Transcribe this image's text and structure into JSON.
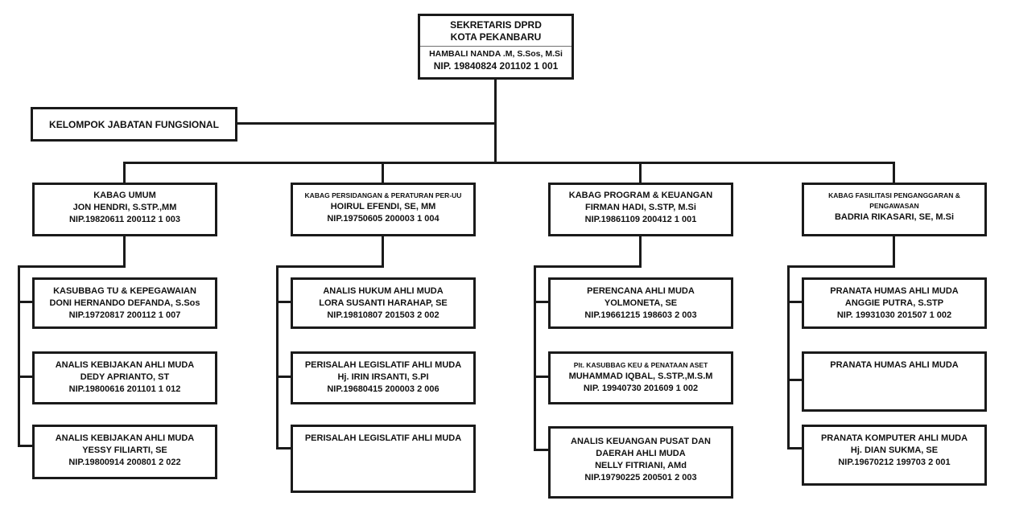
{
  "colors": {
    "line": "#1a1a1a",
    "border": "#1a1a1a",
    "background": "#ffffff",
    "text": "#111111"
  },
  "root": {
    "title1": "SEKRETARIS DPRD",
    "title2": "KOTA PEKANBARU",
    "name": "HAMBALI NANDA .M, S.Sos, M.Si",
    "nip": "NIP. 19840824 201102 1 001"
  },
  "functional_group": {
    "label": "KELOMPOK JABATAN FUNGSIONAL"
  },
  "columns": [
    {
      "head": {
        "title": "KABAG UMUM",
        "name": "JON HENDRI, S.STP.,MM",
        "nip": "NIP.19820611 200112 1 003"
      },
      "subs": [
        {
          "title": "KASUBBAG TU & KEPEGAWAIAN",
          "name": "DONI HERNANDO DEFANDA, S.Sos",
          "nip": "NIP.19720817 200112 1 007"
        },
        {
          "title": "ANALIS KEBIJAKAN AHLI MUDA",
          "name": "DEDY APRIANTO, ST",
          "nip": "NIP.19800616 201101 1 012"
        },
        {
          "title": "ANALIS KEBIJAKAN AHLI MUDA",
          "name": "YESSY FILIARTI, SE",
          "nip": "NIP.19800914 200801 2 022"
        }
      ]
    },
    {
      "head": {
        "title": "KABAG PERSIDANGAN & PERATURAN PER-UU",
        "name": "HOIRUL EFENDI, SE, MM",
        "nip": "NIP.19750605 200003 1 004"
      },
      "subs": [
        {
          "title": "ANALIS HUKUM AHLI MUDA",
          "name": "LORA SUSANTI HARAHAP, SE",
          "nip": "NIP.19810807 201503 2 002"
        },
        {
          "title": "PERISALAH LEGISLATIF AHLI MUDA",
          "name": "Hj. IRIN IRSANTI, S.PI",
          "nip": "NIP.19680415 200003 2 006"
        },
        {
          "title": "PERISALAH LEGISLATIF AHLI MUDA",
          "name": "",
          "nip": ""
        }
      ]
    },
    {
      "head": {
        "title": "KABAG PROGRAM & KEUANGAN",
        "name": "FIRMAN HADI, S.STP, M.Si",
        "nip": "NIP.19861109 200412 1 001"
      },
      "subs": [
        {
          "title": "PERENCANA AHLI MUDA",
          "name": "YOLMONETA, SE",
          "nip": "NIP.19661215 198603 2 003"
        },
        {
          "title": "Plt. KASUBBAG KEU & PENATAAN ASET",
          "name": "MUHAMMAD IQBAL, S.STP.,M.S.M",
          "nip": "NIP. 19940730 201609 1 002"
        },
        {
          "title": "ANALIS KEUANGAN PUSAT DAN DAERAH AHLI MUDA",
          "name": "NELLY FITRIANI, AMd",
          "nip": "NIP.19790225 200501 2 003"
        }
      ]
    },
    {
      "head": {
        "title": "KABAG FASILITASI PENGANGGARAN & PENGAWASAN",
        "name": "BADRIA RIKASARI, SE, M.Si",
        "nip": ""
      },
      "subs": [
        {
          "title": "PRANATA HUMAS AHLI MUDA",
          "name": "ANGGIE PUTRA, S.STP",
          "nip": "NIP. 19931030 201507 1 002"
        },
        {
          "title": "PRANATA HUMAS AHLI MUDA",
          "name": "",
          "nip": ""
        },
        {
          "title": "PRANATA KOMPUTER AHLI MUDA",
          "name": "Hj. DIAN SUKMA, SE",
          "nip": "NIP.19670212 199703 2 001"
        }
      ]
    }
  ]
}
